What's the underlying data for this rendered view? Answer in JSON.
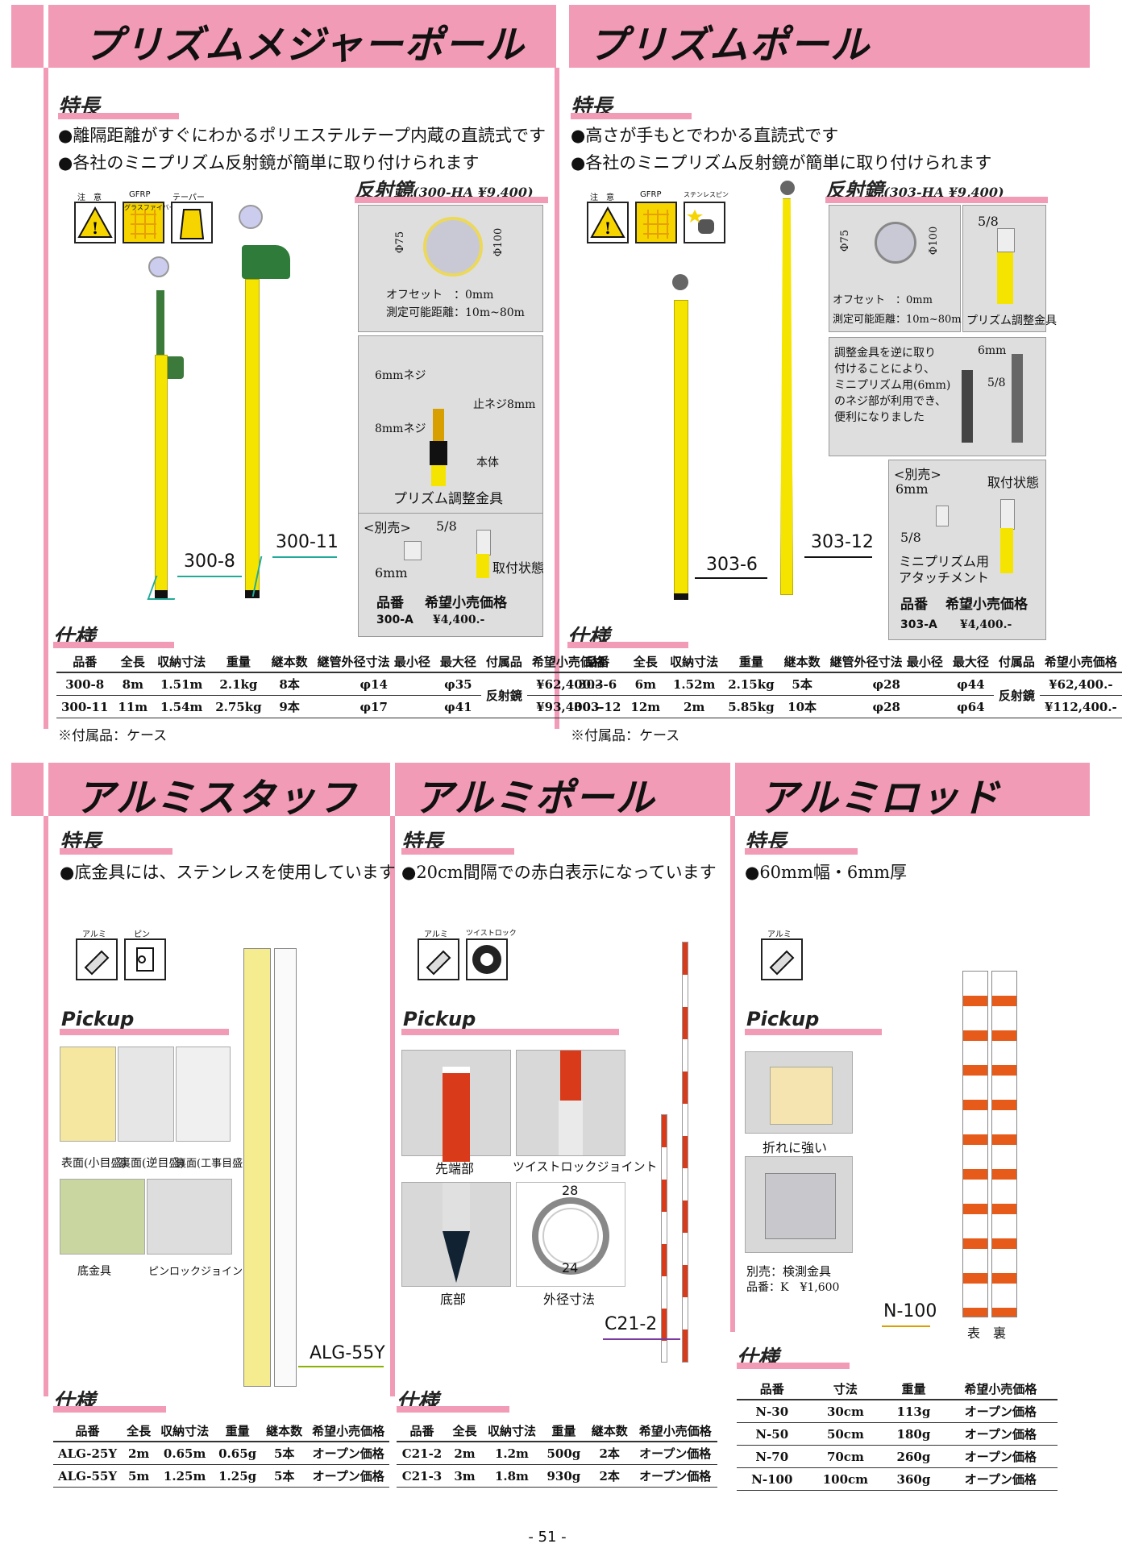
{
  "s1": {
    "title": "プリズムメジャーポール",
    "feature_tag": "特長",
    "features": [
      "●離隔距離がすぐにわかるポリエステルテープ内蔵の直読式です",
      "●各社のミニプリズム反射鏡が簡単に取り付けられます"
    ],
    "icons": [
      "注　意",
      "GFRP",
      "テーパー"
    ],
    "icon_sub": "グラスファイバー",
    "reflector_title": "反射鏡",
    "reflector_price": "(300-HA ¥9,400)",
    "dims": [
      "Φ75",
      "Φ100"
    ],
    "offset": "オフセット　：0mm",
    "range": "測定可能距離：10m~80m",
    "labels_6": "6mmネジ",
    "labels_8": "8mmネジ",
    "labels_stop": "止ネジ8mm",
    "labels_body": "本体",
    "adjuster": "プリズム調整金具",
    "sold_sep": "<別売>",
    "five8": "5/8",
    "six": "6mm",
    "attached": "取付状態",
    "acc_head": [
      "品番",
      "希望小売価格"
    ],
    "acc_row": [
      "300-A",
      "¥4,400.-"
    ],
    "code_a": "300-8",
    "code_b": "300-11",
    "spec_tag": "仕様",
    "headers": [
      "品番",
      "全長",
      "収納寸法",
      "重量",
      "継本数",
      "継管外径寸法 最小径",
      "最大径",
      "付属品",
      "希望小売価格"
    ],
    "rows": [
      [
        "300-8",
        "8m",
        "1.51m",
        "2.1kg",
        "8本",
        "φ14",
        "φ35",
        "反射鏡",
        "¥62,400.-"
      ],
      [
        "300-11",
        "11m",
        "1.54m",
        "2.75kg",
        "9本",
        "φ17",
        "φ41",
        "",
        "¥93,400.-"
      ]
    ],
    "note": "※付属品：ケース"
  },
  "s2": {
    "title": "プリズムポール",
    "feature_tag": "特長",
    "features": [
      "●高さが手もとでわかる直読式です",
      "●各社のミニプリズム反射鏡が簡単に取り付けられます"
    ],
    "icons": [
      "注　意",
      "GFRP",
      "ステンレスピン"
    ],
    "reflector_title": "反射鏡",
    "reflector_price": "(303-HA ¥9,400)",
    "dims": [
      "Φ75",
      "Φ100"
    ],
    "five8": "5/8",
    "offset": "オフセット　：0mm",
    "range": "測定可能距離：10m~80m",
    "adjuster": "プリズム調整金具",
    "rev_text": [
      "調整金具を逆に取り",
      "付けることにより、",
      "ミニプリズム用(6mm)",
      "のネジ部が利用でき、",
      "便利になりました"
    ],
    "six": "6mm",
    "sold_sep": "<別売>",
    "attached": "取付状態",
    "attach_name": [
      "ミニプリズム用",
      "アタッチメント"
    ],
    "acc_head": [
      "品番",
      "希望小売価格"
    ],
    "acc_row": [
      "303-A",
      "¥4,400.-"
    ],
    "code_a": "303-6",
    "code_b": "303-12",
    "spec_tag": "仕様",
    "headers": [
      "品番",
      "全長",
      "収納寸法",
      "重量",
      "継本数",
      "継管外径寸法 最小径",
      "最大径",
      "付属品",
      "希望小売価格"
    ],
    "rows": [
      [
        "303-6",
        "6m",
        "1.52m",
        "2.15kg",
        "5本",
        "φ28",
        "φ44",
        "反射鏡",
        "¥62,400.-"
      ],
      [
        "303-12",
        "12m",
        "2m",
        "5.85kg",
        "10本",
        "φ28",
        "φ64",
        "",
        "¥112,400.-"
      ]
    ],
    "note": "※付属品：ケース"
  },
  "s3": {
    "title": "アルミスタッフ",
    "feature_tag": "特長",
    "feature": "●底金具には、ステンレスを使用しています",
    "icons": [
      "アルミ",
      "ピン"
    ],
    "pickup": "Pickup",
    "captions": [
      "表面(小目盛)",
      "裏面(逆目盛)",
      "裏面(工事目盛)",
      "底金具",
      "ピンロックジョイント"
    ],
    "code": "ALG-55Y",
    "spec_tag": "仕様",
    "headers": [
      "品番",
      "全長",
      "収納寸法",
      "重量",
      "継本数",
      "希望小売価格"
    ],
    "rows": [
      [
        "ALG-25Y",
        "2m",
        "0.65m",
        "0.65g",
        "5本",
        "オープン価格"
      ],
      [
        "ALG-55Y",
        "5m",
        "1.25m",
        "1.25g",
        "5本",
        "オープン価格"
      ]
    ]
  },
  "s4": {
    "title": "アルミポール",
    "feature_tag": "特長",
    "feature": "●20cm間隔での赤白表示になっています",
    "icons": [
      "アルミ",
      "ツイストロック"
    ],
    "pickup": "Pickup",
    "captions": [
      "先端部",
      "ツイストロックジョイント",
      "底部",
      "外径寸法"
    ],
    "dim_outer": "28",
    "dim_inner": "24",
    "code": "C21-2",
    "spec_tag": "仕様",
    "headers": [
      "品番",
      "全長",
      "収納寸法",
      "重量",
      "継本数",
      "希望小売価格"
    ],
    "rows": [
      [
        "C21-2",
        "2m",
        "1.2m",
        "500g",
        "2本",
        "オープン価格"
      ],
      [
        "C21-3",
        "3m",
        "1.8m",
        "930g",
        "2本",
        "オープン価格"
      ]
    ]
  },
  "s5": {
    "title": "アルミロッド",
    "feature_tag": "特長",
    "feature": "●60mm幅・6mm厚",
    "icons": [
      "アルミ"
    ],
    "pickup": "Pickup",
    "caption_a": "折れに強い",
    "caption_b": "別売：検測金具",
    "caption_c": "品番：K　¥1,600",
    "code": "N-100",
    "front_back": "表　裏",
    "spec_tag": "仕様",
    "headers": [
      "品番",
      "寸法",
      "重量",
      "希望小売価格"
    ],
    "rows": [
      [
        "N-30",
        "30cm",
        "113g",
        "オープン価格"
      ],
      [
        "N-50",
        "50cm",
        "180g",
        "オープン価格"
      ],
      [
        "N-70",
        "70cm",
        "260g",
        "オープン価格"
      ],
      [
        "N-100",
        "100cm",
        "360g",
        "オープン価格"
      ]
    ]
  },
  "page": "- 51 -"
}
